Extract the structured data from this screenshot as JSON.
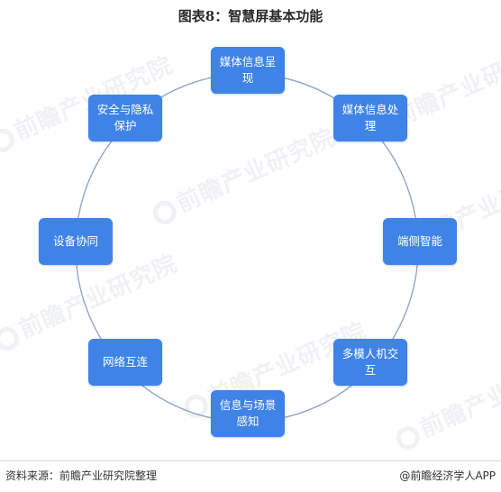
{
  "title": "图表8：智慧屏基本功能",
  "ring_color": "#8fa6c8",
  "node_color": "#3f83e6",
  "nodes": [
    {
      "label": "媒体信息呈现"
    },
    {
      "label": "媒体信息处理"
    },
    {
      "label": "端侧智能"
    },
    {
      "label": "多模人机交互"
    },
    {
      "label": "信息与场景感知"
    },
    {
      "label": "网络互连"
    },
    {
      "label": "设备协同"
    },
    {
      "label": "安全与隐私保护"
    }
  ],
  "watermark_text": "前瞻产业研究院",
  "footer": {
    "source": "资料来源：前瞻产业研究院整理",
    "brand": "@前瞻经济学人APP"
  }
}
